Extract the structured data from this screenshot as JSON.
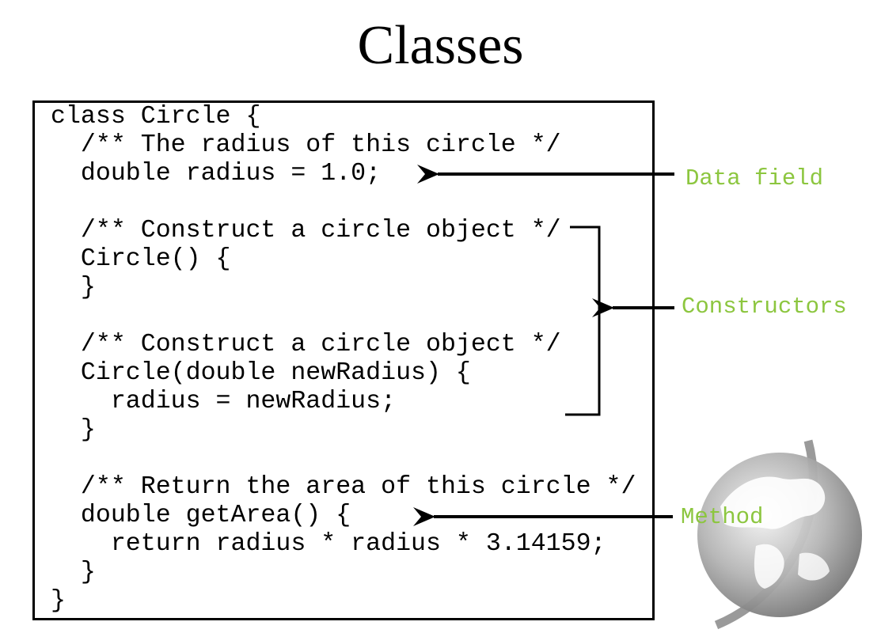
{
  "title": "Classes",
  "code_lines": [
    "class Circle {",
    "  /** The radius of this circle */",
    "  double radius = 1.0;",
    "",
    "  /** Construct a circle object */",
    "  Circle() {",
    "  }",
    "",
    "  /** Construct a circle object */",
    "  Circle(double newRadius) {",
    "    radius = newRadius;",
    "  }",
    "",
    "  /** Return the area of this circle */",
    "  double getArea() {",
    "    return radius * radius * 3.14159;",
    "  }",
    "}"
  ],
  "annotations": {
    "data_field": "Data field",
    "constructors": "Constructors",
    "method": "Method"
  },
  "colors": {
    "annotation": "#8cc63f",
    "arrow": "#000000",
    "globe": "#8c8c8c"
  },
  "icons": {
    "decoration": "globe-icon"
  }
}
